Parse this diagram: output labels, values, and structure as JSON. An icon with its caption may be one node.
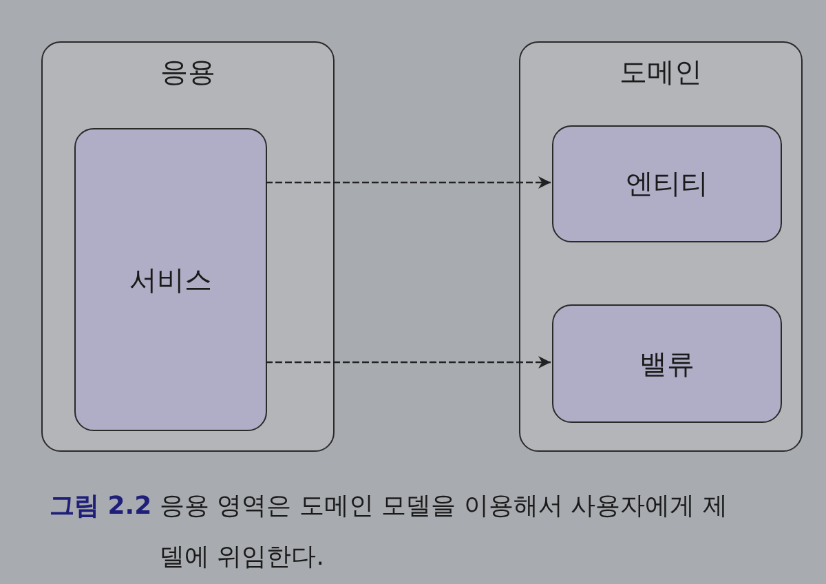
{
  "diagram": {
    "caption": "응용 영역은 도메인 모델을 이용해서 사용자에게 제",
    "nodes": [
      {
        "text": [
          "응용"
        ]
      },
      {
        "text": [
          "서비스"
        ],
        "in": 0
      },
      {
        "text": [
          "도메인"
        ]
      },
      {
        "text": [
          "엔티티"
        ],
        "in": 2
      },
      {
        "text": [
          "밸류"
        ],
        "in": 2
      }
    ],
    "edges": [
      {
        "from": 1,
        "to": 3,
        "arrow": "to",
        "style": "dashed"
      },
      {
        "from": 1,
        "to": 4,
        "arrow": "to",
        "style": "dashed"
      }
    ],
    "labels": [
      "그림 2.2",
      "델에 위임한다."
    ]
  }
}
